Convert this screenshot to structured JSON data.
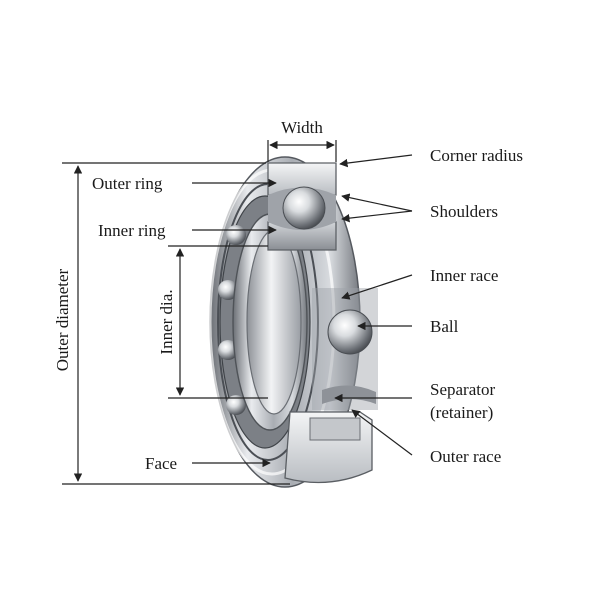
{
  "labels": {
    "width": "Width",
    "corner_radius": "Corner radius",
    "outer_ring": "Outer ring",
    "shoulders": "Shoulders",
    "inner_ring": "Inner ring",
    "inner_race": "Inner race",
    "ball": "Ball",
    "separator_line1": "Separator",
    "separator_line2": "(retainer)",
    "outer_race": "Outer race",
    "face": "Face",
    "outer_diameter": "Outer diameter",
    "inner_dia": "Inner dia."
  },
  "colors": {
    "steel_light": "#eef0f2",
    "steel_mid": "#b8bcc2",
    "steel_dark": "#5a5e64",
    "line": "#222222"
  }
}
